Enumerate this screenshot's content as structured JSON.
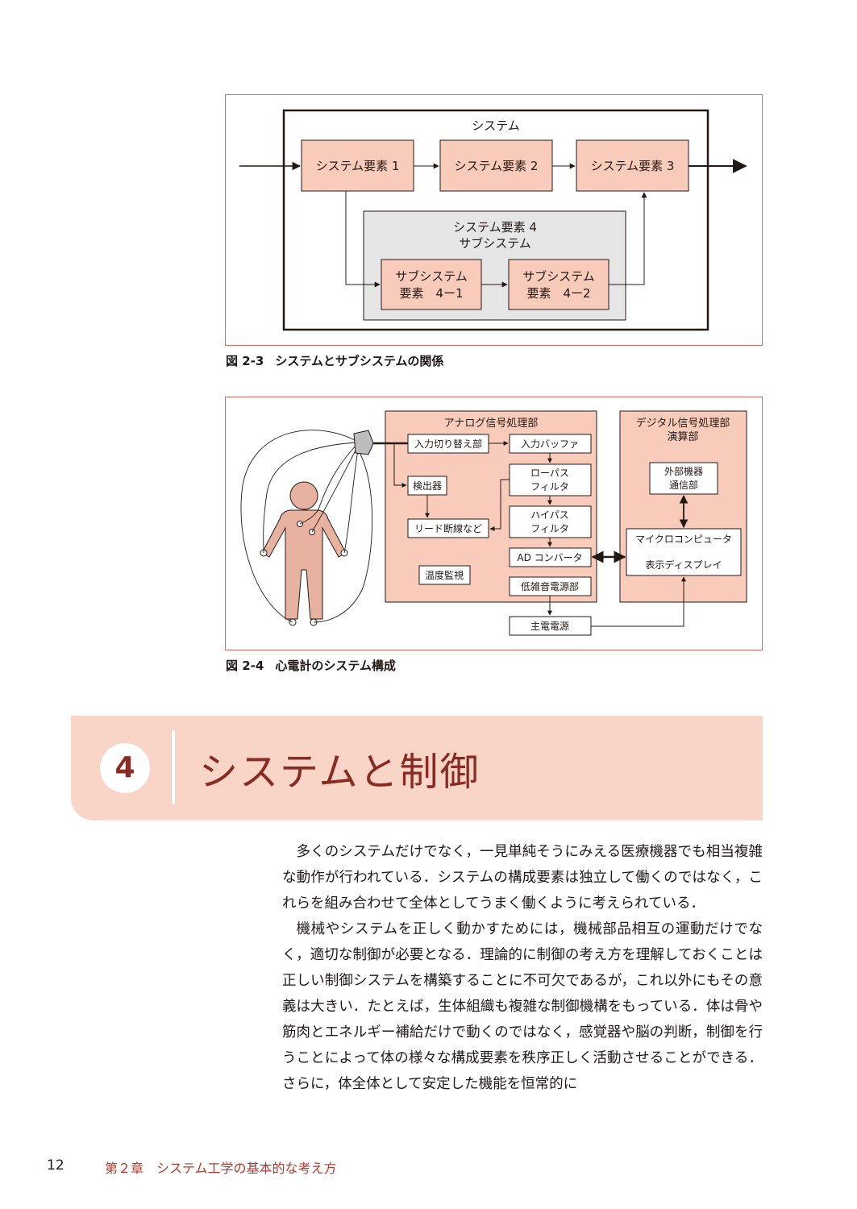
{
  "fig23": {
    "system": "システム",
    "element1": "システム要素 1",
    "element2": "システム要素 2",
    "element3": "システム要素 3",
    "element4_line1": "システム要素 4",
    "element4_line2": "サブシステム",
    "sub1_line1": "サブシステム",
    "sub1_line2": "要素　4ー1",
    "sub2_line1": "サブシステム",
    "sub2_line2": "要素　4ー2",
    "caption_num": "図 2-3",
    "caption_text": "システムとサブシステムの関係"
  },
  "fig24": {
    "analog_title": "アナログ信号処理部",
    "digital_title_line1": "デジタル信号処理部",
    "digital_title_line2": "演算部",
    "input_switch": "入力切り替え部",
    "input_buffer": "入力バッファ",
    "lowpass_line1": "ローパス",
    "lowpass_line2": "フィルタ",
    "highpass_line1": "ハイパス",
    "highpass_line2": "フィルタ",
    "detector": "検出器",
    "lead_break": "リード断線など",
    "ad_converter": "AD コンバータ",
    "temp_monitor": "温度監視",
    "low_noise_power": "低雑音電源部",
    "main_power": "主電電源",
    "ext_comm_line1": "外部機器",
    "ext_comm_line2": "通信部",
    "micro_line1": "マイクロコンピュータ",
    "micro_line2": "表示ディスプレイ",
    "caption_num": "図 2-4",
    "caption_text": "心電計のシステム構成"
  },
  "section": {
    "number": "4",
    "title": "システムと制御"
  },
  "body": {
    "para1": "多くのシステムだけでなく，一見単純そうにみえる医療機器でも相当複雑な動作が行われている．システムの構成要素は独立して働くのではなく，これらを組み合わせて全体としてうまく働くように考えられている．",
    "para2": "機械やシステムを正しく動かすためには，機械部品相互の運動だけでなく，適切な制御が必要となる．理論的に制御の考え方を理解しておくことは正しい制御システムを構築することに不可欠であるが，これ以外にもその意義は大きい．たとえば，生体組織も複雑な制御機構をもっている．体は骨や筋肉とエネルギー補給だけで動くのではなく，感覚器や脳の判断，制御を行うことによって体の様々な構成要素を秩序正しく活動させることができる．さらに，体全体として安定した機能を恒常的に"
  },
  "footer": {
    "page": "12",
    "chapter": "第２章　システム工学の基本的な考え方"
  },
  "colors": {
    "frame": "#d9695a",
    "box_fill": "#f9cbbb",
    "sub_panel": "#e6e6e6",
    "accent": "#8a2a22",
    "body_figure": "#e8b2a0"
  }
}
